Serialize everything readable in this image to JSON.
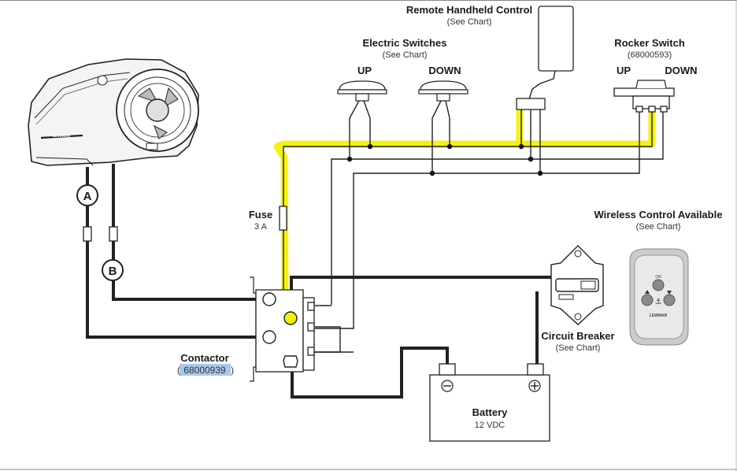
{
  "labels": {
    "remote_title": "Remote Handheld Control",
    "remote_sub": "(See Chart)",
    "electric_title": "Electric Switches",
    "electric_sub": "(See Chart)",
    "es_up": "UP",
    "es_down": "DOWN",
    "rocker_title": "Rocker Switch",
    "rocker_sub": "(68000593)",
    "rocker_up": "UP",
    "rocker_down": "DOWN",
    "wireless_title": "Wireless Control Available",
    "wireless_sub": "(See Chart)",
    "fuse_title": "Fuse",
    "fuse_sub": "3 A",
    "contactor_title": "Contactor",
    "contactor_part": "68000939",
    "contactor_open": "(",
    "contactor_close": ")",
    "breaker_title": "Circuit Breaker",
    "breaker_sub": "(See Chart)",
    "battery_title": "Battery",
    "battery_sub": "12 VDC",
    "marker_a": "A",
    "marker_b": "B",
    "remote_on": "ON",
    "remote_brand": "LEWMAR",
    "windlass_brand": "LEWMAR"
  },
  "colors": {
    "highlight_wire": "#f3f000",
    "text_selection": "#a8c8ec",
    "remote_face": "#d8dadc"
  },
  "icons": {
    "windlass": "anchor-windlass-icon",
    "battery_neg": "minus-terminal-icon",
    "battery_pos": "plus-terminal-icon",
    "remote_anchor": "anchor-icon"
  }
}
